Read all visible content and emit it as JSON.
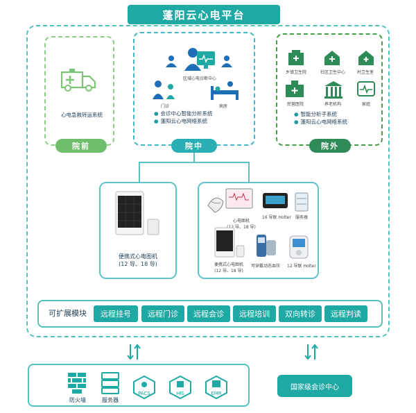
{
  "title": "蓬阳云心电平台",
  "left_panel": {
    "system_label": "心电急救转运系统",
    "pill": "院前"
  },
  "mid_panel": {
    "center_label": "区域心电诊断中心",
    "clinic_label": "门诊",
    "ward_label": "病房",
    "bullets": [
      "会诊中心智能分析系统",
      "蓬阳云心电网络系统"
    ],
    "pill": "院中"
  },
  "right_panel": {
    "sites": [
      "乡镇卫生院",
      "社区卫生中心",
      "村卫生室",
      "民营医院",
      "养老机构",
      "家庭"
    ],
    "bullets": [
      "智能分析子系统",
      "蓬阳云心电网络系统"
    ],
    "pill": "院外"
  },
  "devices_left": {
    "label_line1": "便携式心电图机",
    "label_line2": "(12 导、18 导)"
  },
  "devices_right": {
    "ecg_label_line1": "心电图机",
    "ecg_label_line2": "(12 导、18 导)",
    "holter_top_label": "16 导联 Holter",
    "server_label": "服务器",
    "portable_label_line1": "便携式心电图机",
    "portable_label_line2": "(12 导、18 导)",
    "bp_label": "可穿戴动态血压",
    "holter_bottom_label": "12 导联 Holter"
  },
  "modules": {
    "label": "可扩展模块",
    "items": [
      "远程挂号",
      "远程门诊",
      "远程会诊",
      "远程培训",
      "双向转诊",
      "远程判读"
    ]
  },
  "bottom": {
    "items": [
      "防火墙",
      "服务器",
      "PACS",
      "HIS",
      "EMR"
    ],
    "national": "国家级会诊中心"
  },
  "colors": {
    "accent": "#1fa9a4",
    "green_light": "#6fbe6b",
    "green_dark": "#2e8b57"
  }
}
